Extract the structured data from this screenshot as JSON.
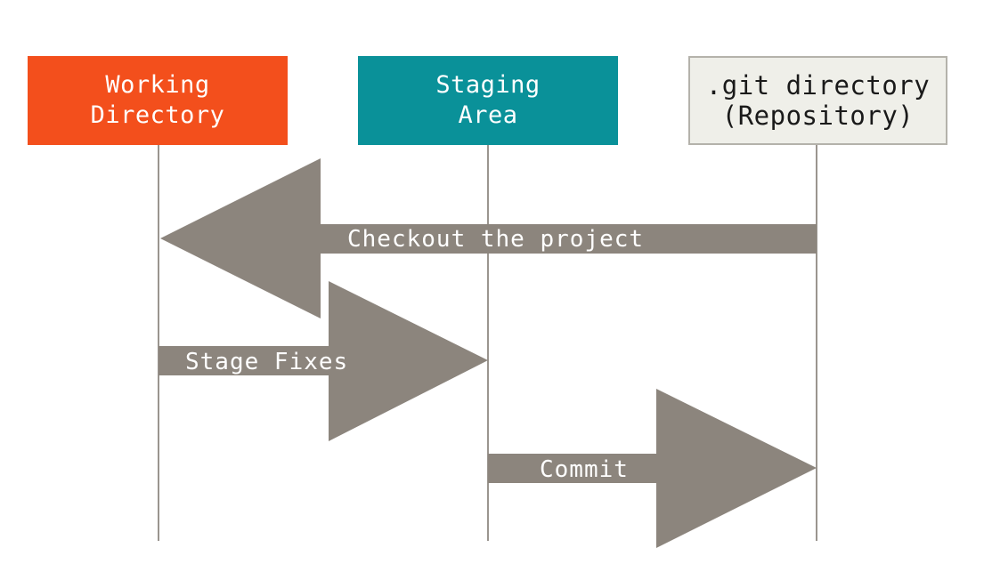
{
  "boxes": {
    "working": {
      "line1": "Working",
      "line2": "Directory",
      "color": "#f34f1c"
    },
    "staging": {
      "line1": "Staging",
      "line2": "Area",
      "color": "#0a9199"
    },
    "repository": {
      "line1": ".git directory",
      "line2": "(Repository)",
      "color": "#efefe9"
    }
  },
  "arrows": {
    "checkout": "Checkout the project",
    "stage": "Stage Fixes",
    "commit": "Commit"
  },
  "colors": {
    "arrow": "#8c857d",
    "lifeline": "#9a958f"
  }
}
